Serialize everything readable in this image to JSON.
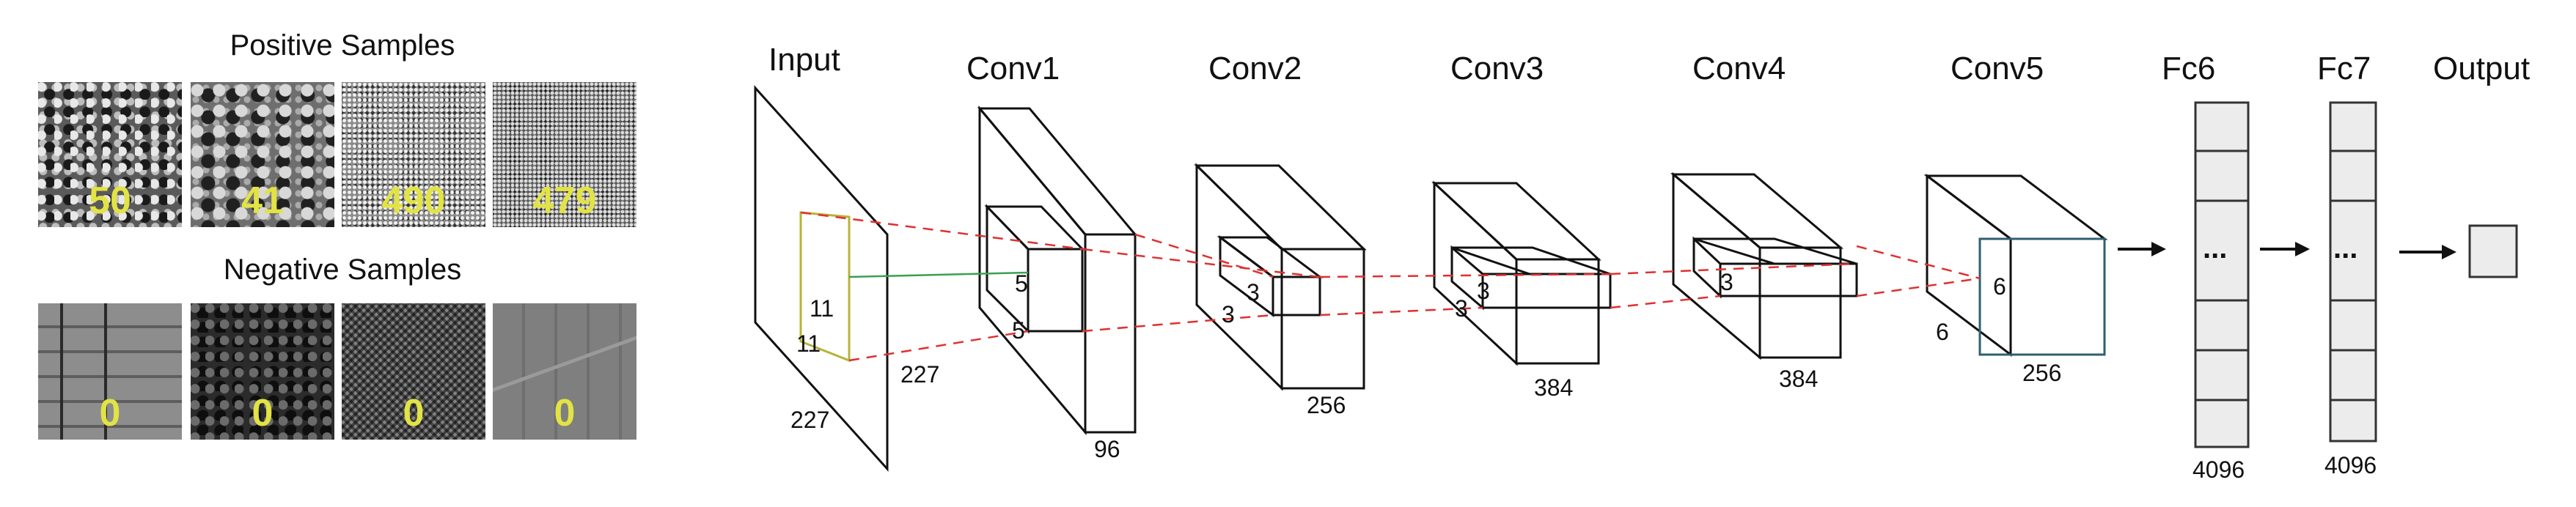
{
  "samples": {
    "positive_title": "Positive Samples",
    "negative_title": "Negative Samples",
    "positive_counts": [
      "50",
      "41",
      "490",
      "479"
    ],
    "negative_counts": [
      "0",
      "0",
      "0",
      "0"
    ],
    "count_color": "#e2e344"
  },
  "network": {
    "layer_titles": {
      "input": "Input",
      "conv1": "Conv1",
      "conv2": "Conv2",
      "conv3": "Conv3",
      "conv4": "Conv4",
      "conv5": "Conv5",
      "fc6": "Fc6",
      "fc7": "Fc7",
      "output": "Output"
    },
    "dims": {
      "input_kernel_h": "11",
      "input_kernel_w": "11",
      "input_side": "227",
      "input_depth": "227",
      "conv1_kernel_h": "5",
      "conv1_kernel_w": "5",
      "conv1_depth": "96",
      "conv2_kernel_h": "3",
      "conv2_kernel_w": "3",
      "conv2_depth": "256",
      "conv3_kernel_h": "3",
      "conv3_kernel_w": "3",
      "conv3_depth": "384",
      "conv4_kernel": "3",
      "conv4_depth": "384",
      "conv5_side_a": "6",
      "conv5_side_b": "6",
      "conv5_depth": "256",
      "fc6_units": "4096",
      "fc7_units": "4096",
      "fc_ellipsis": "..."
    },
    "colors": {
      "projection_line": "#e03030",
      "conv5_front": "#2f5f6f",
      "kernel_edge": "#b7b33a"
    }
  }
}
